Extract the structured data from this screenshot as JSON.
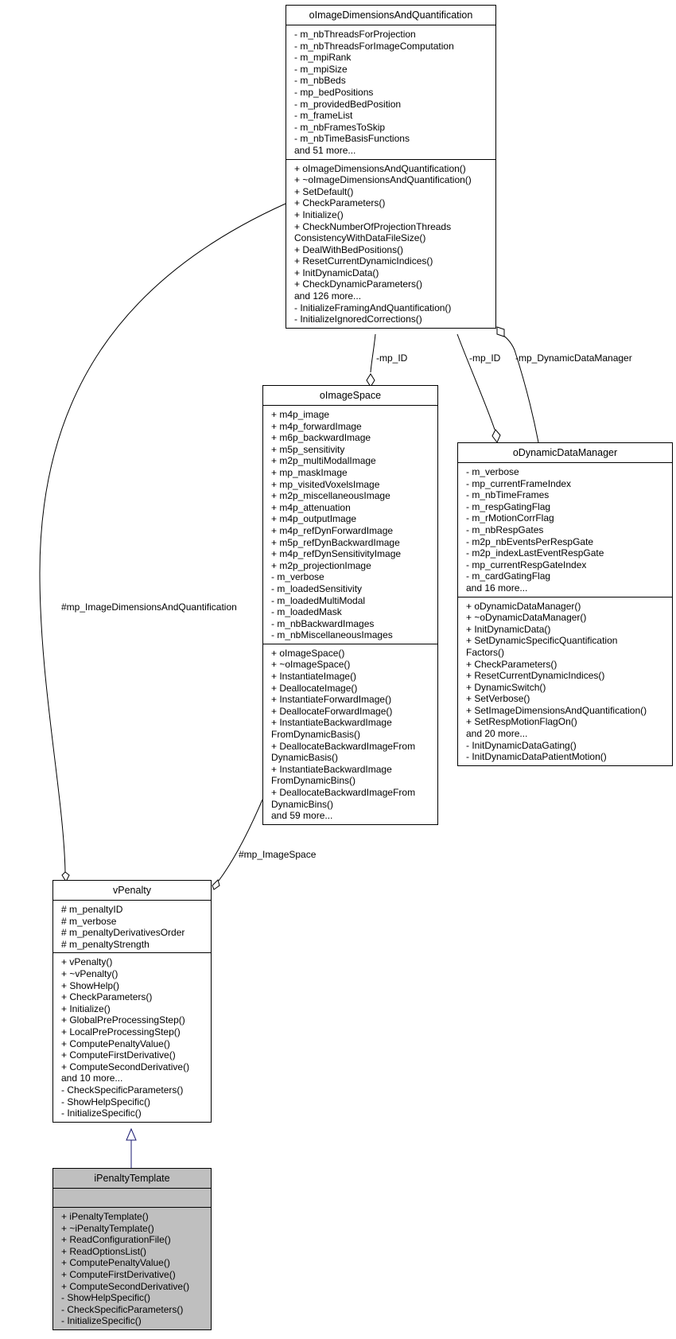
{
  "classes": {
    "idq": {
      "name": "oImageDimensionsAndQuantification",
      "attributes": [
        "- m_nbThreadsForProjection",
        "- m_nbThreadsForImageComputation",
        "- m_mpiRank",
        "- m_mpiSize",
        "- m_nbBeds",
        "- mp_bedPositions",
        "- m_providedBedPosition",
        "- m_frameList",
        "- m_nbFramesToSkip",
        "- m_nbTimeBasisFunctions",
        "and 51 more..."
      ],
      "methods": [
        "+ oImageDimensionsAndQuantification()",
        "+ ~oImageDimensionsAndQuantification()",
        "+ SetDefault()",
        "+ CheckParameters()",
        "+ Initialize()",
        "+ CheckNumberOfProjectionThreads",
        "ConsistencyWithDataFileSize()",
        "+ DealWithBedPositions()",
        "+ ResetCurrentDynamicIndices()",
        "+ InitDynamicData()",
        "+ CheckDynamicParameters()",
        "and 126 more...",
        "- InitializeFramingAndQuantification()",
        "- InitializeIgnoredCorrections()"
      ]
    },
    "imgspace": {
      "name": "oImageSpace",
      "attributes": [
        "+ m4p_image",
        "+ m4p_forwardImage",
        "+ m6p_backwardImage",
        "+ m5p_sensitivity",
        "+ m2p_multiModalImage",
        "+ mp_maskImage",
        "+ mp_visitedVoxelsImage",
        "+ m2p_miscellaneousImage",
        "+ m4p_attenuation",
        "+ m4p_outputImage",
        "+ m4p_refDynForwardImage",
        "+ m5p_refDynBackwardImage",
        "+ m4p_refDynSensitivityImage",
        "+ m2p_projectionImage",
        "- m_verbose",
        "- m_loadedSensitivity",
        "- m_loadedMultiModal",
        "- m_loadedMask",
        "- m_nbBackwardImages",
        "- m_nbMiscellaneousImages"
      ],
      "methods": [
        "+ oImageSpace()",
        "+ ~oImageSpace()",
        "+ InstantiateImage()",
        "+ DeallocateImage()",
        "+ InstantiateForwardImage()",
        "+ DeallocateForwardImage()",
        "+ InstantiateBackwardImage",
        "FromDynamicBasis()",
        "+ DeallocateBackwardImageFrom",
        "DynamicBasis()",
        "+ InstantiateBackwardImage",
        "FromDynamicBins()",
        "+ DeallocateBackwardImageFrom",
        "DynamicBins()",
        "and 59 more..."
      ]
    },
    "ddm": {
      "name": "oDynamicDataManager",
      "attributes": [
        "- m_verbose",
        "- mp_currentFrameIndex",
        "- m_nbTimeFrames",
        "- m_respGatingFlag",
        "- m_rMotionCorrFlag",
        "- m_nbRespGates",
        "- m2p_nbEventsPerRespGate",
        "- m2p_indexLastEventRespGate",
        "- mp_currentRespGateIndex",
        "- m_cardGatingFlag",
        "and 16 more..."
      ],
      "methods": [
        "+ oDynamicDataManager()",
        "+ ~oDynamicDataManager()",
        "+ InitDynamicData()",
        "+ SetDynamicSpecificQuantification",
        "Factors()",
        "+ CheckParameters()",
        "+ ResetCurrentDynamicIndices()",
        "+ DynamicSwitch()",
        "+ SetVerbose()",
        "+ SetImageDimensionsAndQuantification()",
        "+ SetRespMotionFlagOn()",
        "and 20 more...",
        "- InitDynamicDataGating()",
        "- InitDynamicDataPatientMotion()"
      ]
    },
    "vpen": {
      "name": "vPenalty",
      "attributes": [
        "# m_penaltyID",
        "# m_verbose",
        "# m_penaltyDerivativesOrder",
        "# m_penaltyStrength"
      ],
      "methods": [
        "+ vPenalty()",
        "+ ~vPenalty()",
        "+ ShowHelp()",
        "+ CheckParameters()",
        "+ Initialize()",
        "+ GlobalPreProcessingStep()",
        "+ LocalPreProcessingStep()",
        "+ ComputePenaltyValue()",
        "+ ComputeFirstDerivative()",
        "+ ComputeSecondDerivative()",
        "and 10 more...",
        "- CheckSpecificParameters()",
        "- ShowHelpSpecific()",
        "- InitializeSpecific()"
      ]
    },
    "ipen": {
      "name": "iPenaltyTemplate",
      "attributes": [],
      "methods": [
        "+ iPenaltyTemplate()",
        "+ ~iPenaltyTemplate()",
        "+ ReadConfigurationFile()",
        "+ ReadOptionsList()",
        "+ ComputePenaltyValue()",
        "+ ComputeFirstDerivative()",
        "+ ComputeSecondDerivative()",
        "- ShowHelpSpecific()",
        "- CheckSpecificParameters()",
        "- InitializeSpecific()"
      ]
    }
  },
  "edges": {
    "idq_to_imgspace": "-mp_ID",
    "idq_to_ddm": "-mp_ID",
    "ddm_to_idq": "-mp_DynamicDataManager",
    "idq_to_vpen": "#mp_ImageDimensionsAndQuantification",
    "imgspace_to_vpen": "#mp_ImageSpace"
  },
  "colors": {
    "line": "#000000",
    "inheritance": "#191970",
    "highlight_fill": "#bfbfbf"
  }
}
